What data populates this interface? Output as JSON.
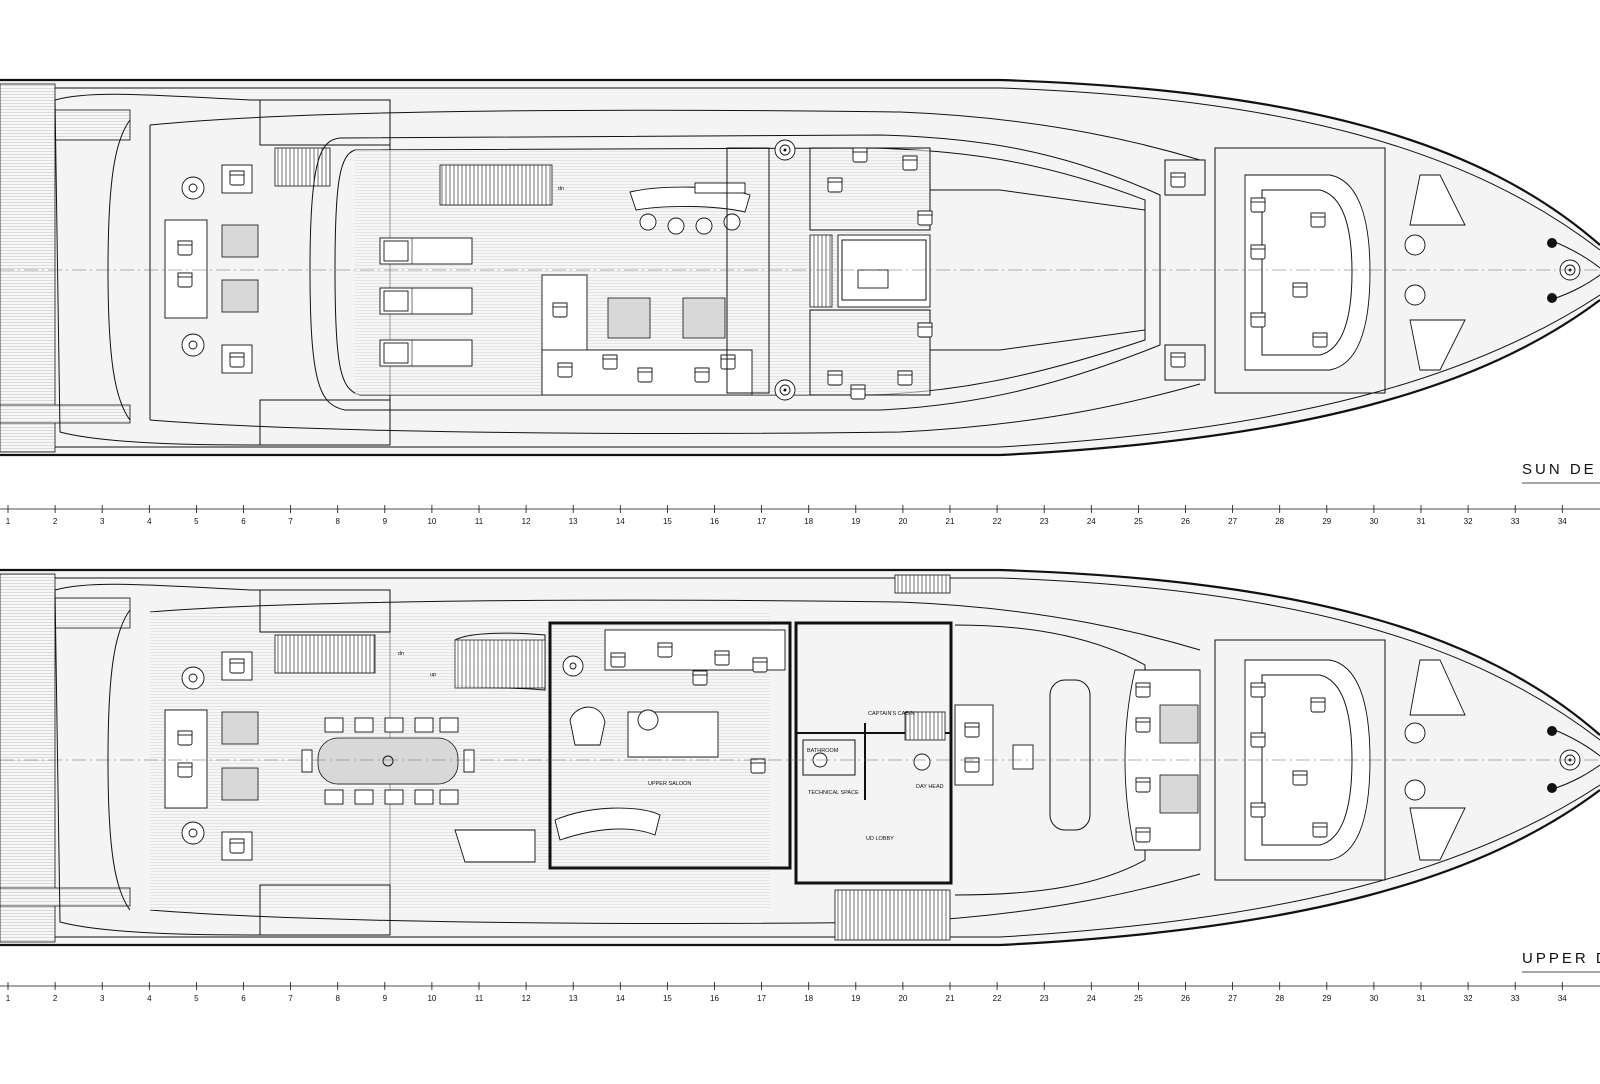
{
  "decks": {
    "sun": {
      "title": "SUN DE"
    },
    "upper": {
      "title": "UPPER D"
    }
  },
  "rooms": {
    "upper_saloon": "UPPER SALOON",
    "captains_cabin": "CAPTAIN'S CABIN",
    "bathroom": "BATHROOM",
    "technical_space": "TECHNICAL SPACE",
    "day_head": "DAY HEAD",
    "ud_lobby": "UD LOBBY"
  },
  "stair_marks": {
    "dn": "dn",
    "up": "up"
  },
  "frame_labels": [
    "1",
    "2",
    "3",
    "4",
    "5",
    "6",
    "7",
    "8",
    "9",
    "10",
    "11",
    "12",
    "13",
    "14",
    "15",
    "16",
    "17",
    "18",
    "19",
    "20",
    "21",
    "22",
    "23",
    "24",
    "25",
    "26",
    "27",
    "28",
    "29",
    "30",
    "31",
    "32",
    "33",
    "34"
  ]
}
